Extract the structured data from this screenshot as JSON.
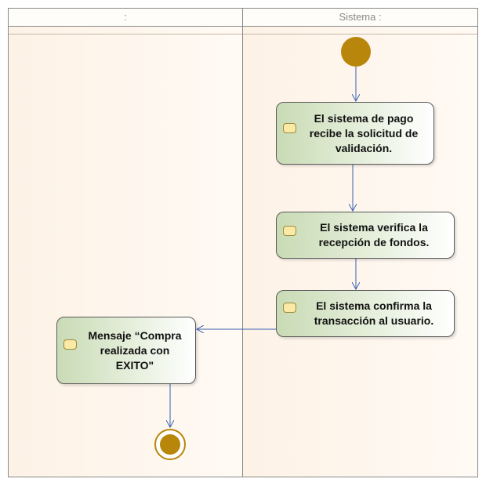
{
  "lanes": {
    "left_label": ":",
    "right_label": "Sistema :"
  },
  "actions": {
    "a1": "El sistema de pago\nrecibe la solicitud de\nvalidación.",
    "a2": "El sistema verifica la\nrecepción de fondos.",
    "a3": "El sistema confirma la\ntransacción al usuario.",
    "a4": "Mensaje “Compra\nrealizada con\nEXITO\""
  },
  "colors": {
    "node_fill": "#b8860b",
    "edge": "#3a5fb0",
    "action_icon": "#fbeaa6"
  }
}
